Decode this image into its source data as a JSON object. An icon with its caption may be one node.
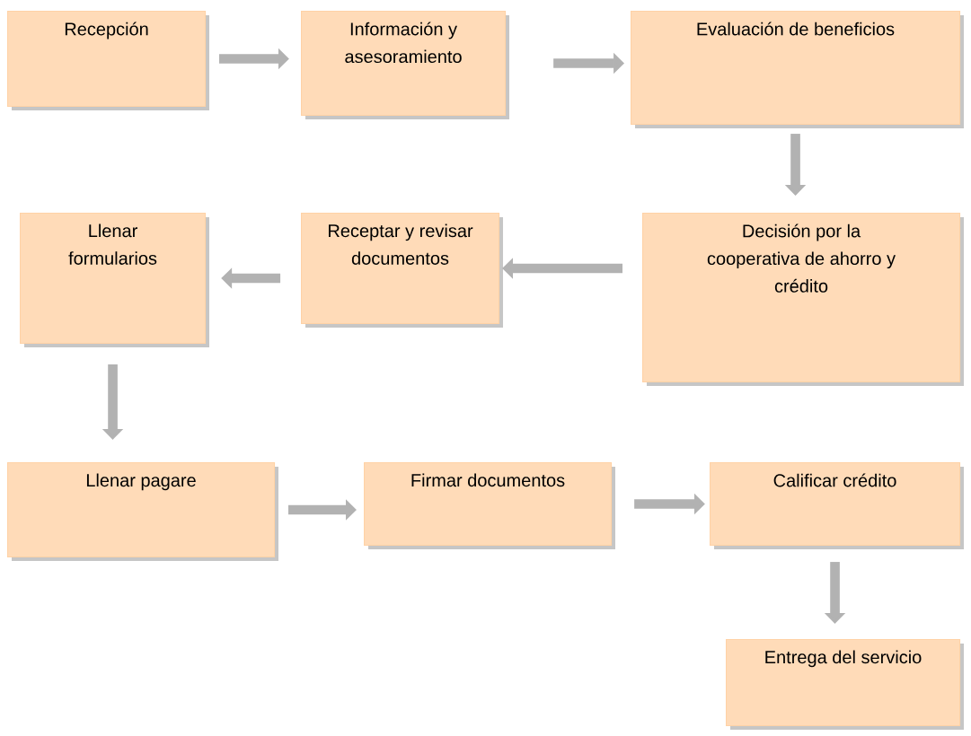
{
  "diagram": {
    "nodes": [
      {
        "text": [
          "Recepción"
        ]
      },
      {
        "text": [
          "Información y asesoramiento"
        ]
      },
      {
        "text": [
          "Evaluación de beneficios"
        ]
      },
      {
        "text": [
          "Decisión por la cooperativa de ahorro y crédito"
        ]
      },
      {
        "text": [
          "Receptar y revisar documentos"
        ]
      },
      {
        "text": [
          "Llenar formularios"
        ]
      },
      {
        "text": [
          "Llenar pagare"
        ]
      },
      {
        "text": [
          "Firmar documentos"
        ]
      },
      {
        "text": [
          "Calificar crédito"
        ]
      },
      {
        "text": [
          "Entrega del servicio"
        ]
      }
    ],
    "edges": [
      {
        "from": 0,
        "to": 1,
        "arrow": "to"
      },
      {
        "from": 1,
        "to": 2,
        "arrow": "to"
      },
      {
        "from": 2,
        "to": 3,
        "arrow": "to"
      },
      {
        "from": 3,
        "to": 4,
        "arrow": "to"
      },
      {
        "from": 4,
        "to": 5,
        "arrow": "to"
      },
      {
        "from": 5,
        "to": 6,
        "arrow": "to"
      },
      {
        "from": 6,
        "to": 7,
        "arrow": "to"
      },
      {
        "from": 7,
        "to": 8,
        "arrow": "to"
      },
      {
        "from": 8,
        "to": 9,
        "arrow": "to"
      }
    ]
  }
}
